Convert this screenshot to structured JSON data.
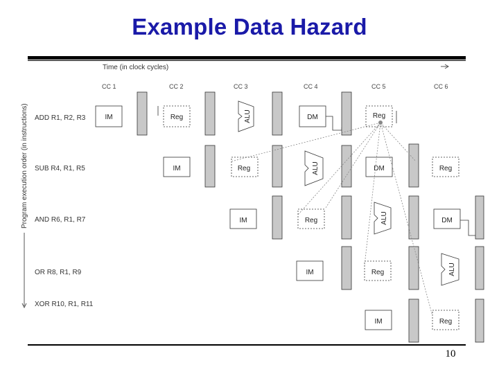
{
  "slide": {
    "title": "Example Data Hazard",
    "page_number": "10"
  },
  "diagram": {
    "time_label": "Time (in clock cycles)",
    "y_axis_label": "Program execution order (in instructions)",
    "clock_cycles": [
      "CC 1",
      "CC 2",
      "CC 3",
      "CC 4",
      "CC 5",
      "CC 6"
    ],
    "instructions": [
      "ADD R1, R2, R3",
      "SUB R4, R1, R5",
      "AND R6, R1, R7",
      "OR R8, R1, R9",
      "XOR R10, R1, R11"
    ],
    "stage_labels": {
      "im": "IM",
      "reg": "Reg",
      "alu": "ALU",
      "dm": "DM"
    }
  }
}
